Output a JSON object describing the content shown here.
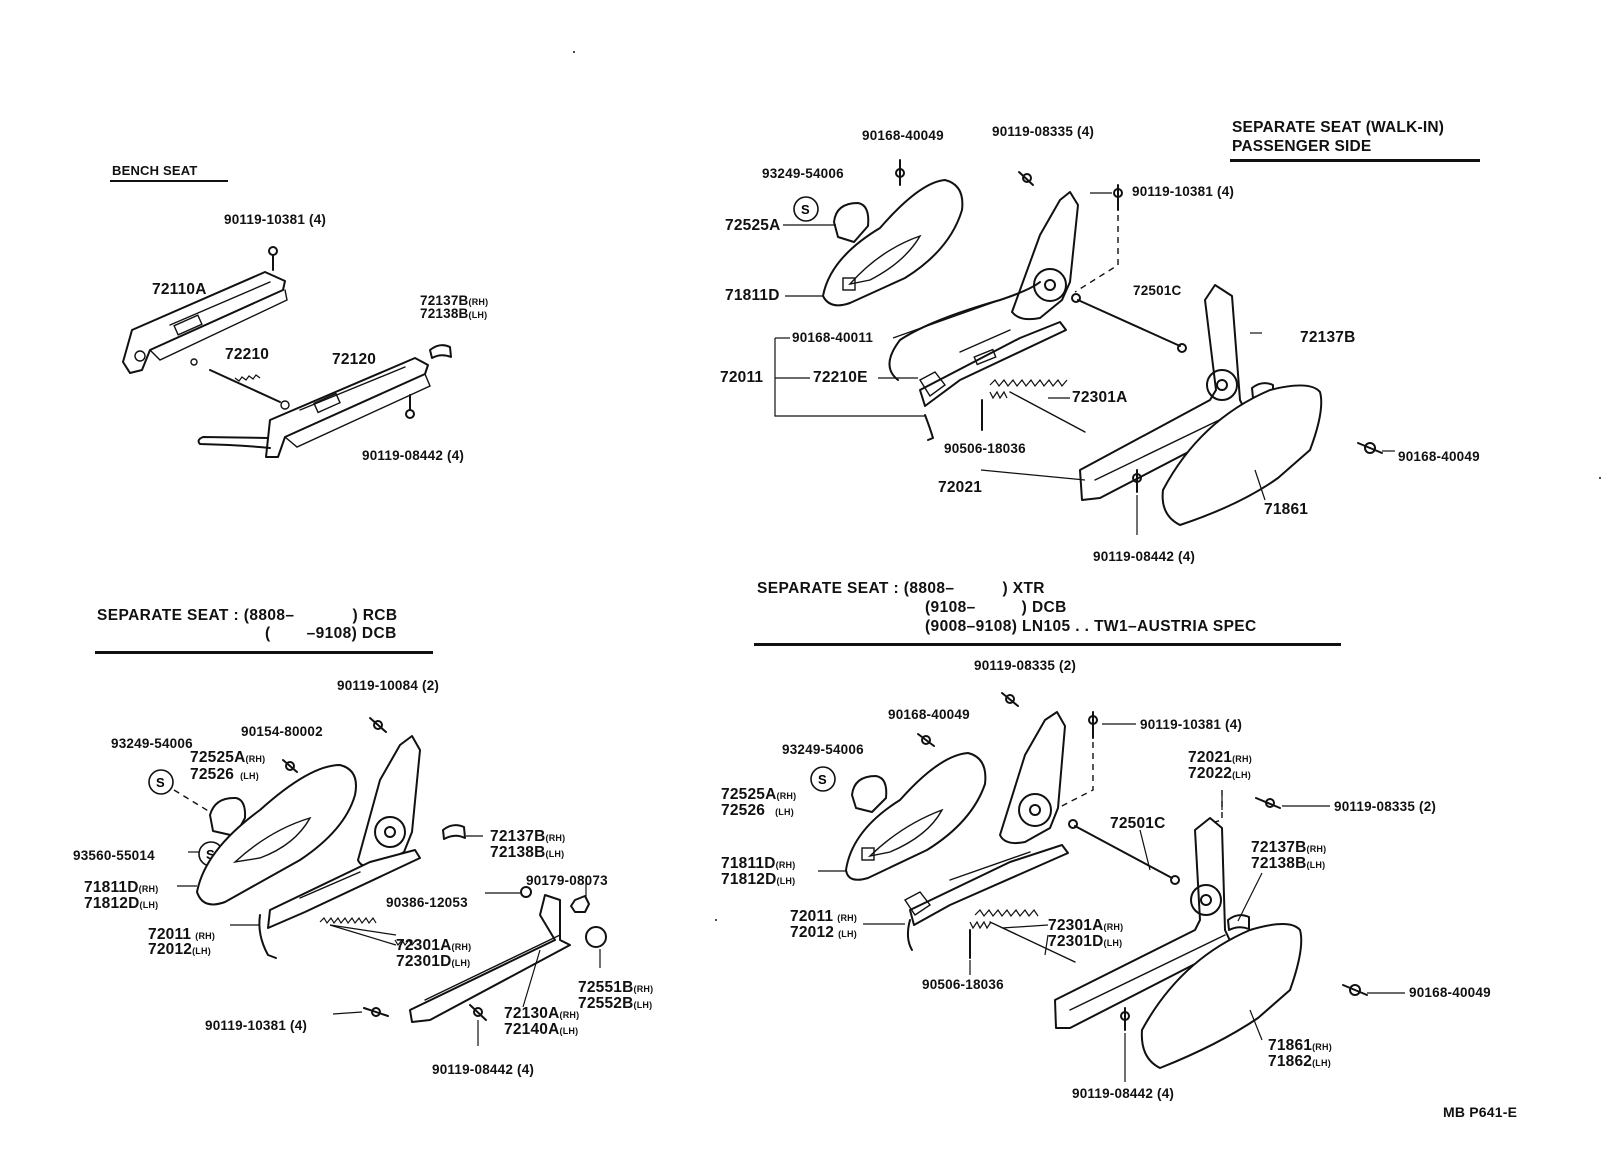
{
  "bench": {
    "title": "BENCH SEAT",
    "bolt_top": "90119-10381",
    "bolt_top_qty": "(4)",
    "rail_upper": "72110A",
    "spring_rod": "72210",
    "rail_lower": "72120",
    "cover_rh": "72137B",
    "cover_lh": "72138B",
    "bolt_bottom": "90119-08442",
    "bolt_bottom_qty": "(4)"
  },
  "walkin": {
    "title_line1": "SEPARATE  SEAT (WALK-IN)",
    "title_line2": "PASSENGER  SIDE",
    "screw_top": "90168-40049",
    "bolt_top": "90119-08335",
    "bolt_top_qty": "(4)",
    "bolt_right": "90119-10381",
    "bolt_right_qty": "(4)",
    "s_part": "93249-54006",
    "knob": "72525A",
    "shield": "71811D",
    "screw_mid": "90168-40011",
    "adjuster": "72011",
    "wire": "72210E",
    "rod": "72501C",
    "cover": "72137B",
    "spring": "72301A",
    "pin": "90506-18036",
    "track": "72021",
    "screw_right": "90168-40049",
    "shield_rear": "71861",
    "bolt_bottom": "90119-08442",
    "bolt_bottom_qty": "(4)"
  },
  "rcb": {
    "title_l1a": "SEPARATE SEAT : (8808–",
    "title_l1b": ") RCB",
    "title_l2a": "(",
    "title_l2b": "–9108) DCB",
    "bolt_top": "90119-10084",
    "bolt_top_qty": "(2)",
    "s_part": "93249-54006",
    "screw": "90154-80002",
    "knob_rh": "72525A",
    "knob_lh": "72526",
    "s_part2": "93560-55014",
    "cover_rh": "72137B",
    "cover_lh": "72138B",
    "shield_rh": "71811D",
    "shield_lh": "71812D",
    "nut": "90386-12053",
    "cap": "90179-08073",
    "adj_rh": "72011",
    "adj_lh": "72012",
    "spring_rh": "72301A",
    "spring_lh": "72301D",
    "cap2_rh": "72551B",
    "cap2_lh": "72552B",
    "track_rh": "72130A",
    "track_lh": "72140A",
    "bolt_left": "90119-10381",
    "bolt_left_qty": "(4)",
    "bolt_bottom": "90119-08442",
    "bolt_bottom_qty": "(4)"
  },
  "xtr": {
    "title_l1a": "SEPARATE SEAT : (8808–",
    "title_l1b": ") XTR",
    "title_l2a": "(9108–",
    "title_l2b": ") DCB",
    "title_l3": "(9008–9108) LN105 . . TW1–AUSTRIA SPEC",
    "bolt_top": "90119-08335",
    "bolt_top_qty": "(2)",
    "screw_top": "90168-40049",
    "bolt_right": "90119-10381",
    "bolt_right_qty": "(4)",
    "s_part": "93249-54006",
    "track_rh": "72021",
    "track_lh": "72022",
    "knob_rh": "72525A",
    "knob_lh": "72526",
    "bolt_far": "90119-08335",
    "bolt_far_qty": "(2)",
    "rod": "72501C",
    "shield_rh": "71811D",
    "shield_lh": "71812D",
    "cover_rh": "72137B",
    "cover_lh": "72138B",
    "adj_rh": "72011",
    "adj_lh": "72012",
    "spring_rh": "72301A",
    "spring_lh": "72301D",
    "pin": "90506-18036",
    "screw_right": "90168-40049",
    "rear_rh": "71861",
    "rear_lh": "71862",
    "bolt_bottom": "90119-08442",
    "bolt_bottom_qty": "(4)"
  },
  "side": {
    "rh": "(RH)",
    "lh": "(LH)"
  },
  "s_symbol": "S",
  "footer": "MB  P641-E"
}
